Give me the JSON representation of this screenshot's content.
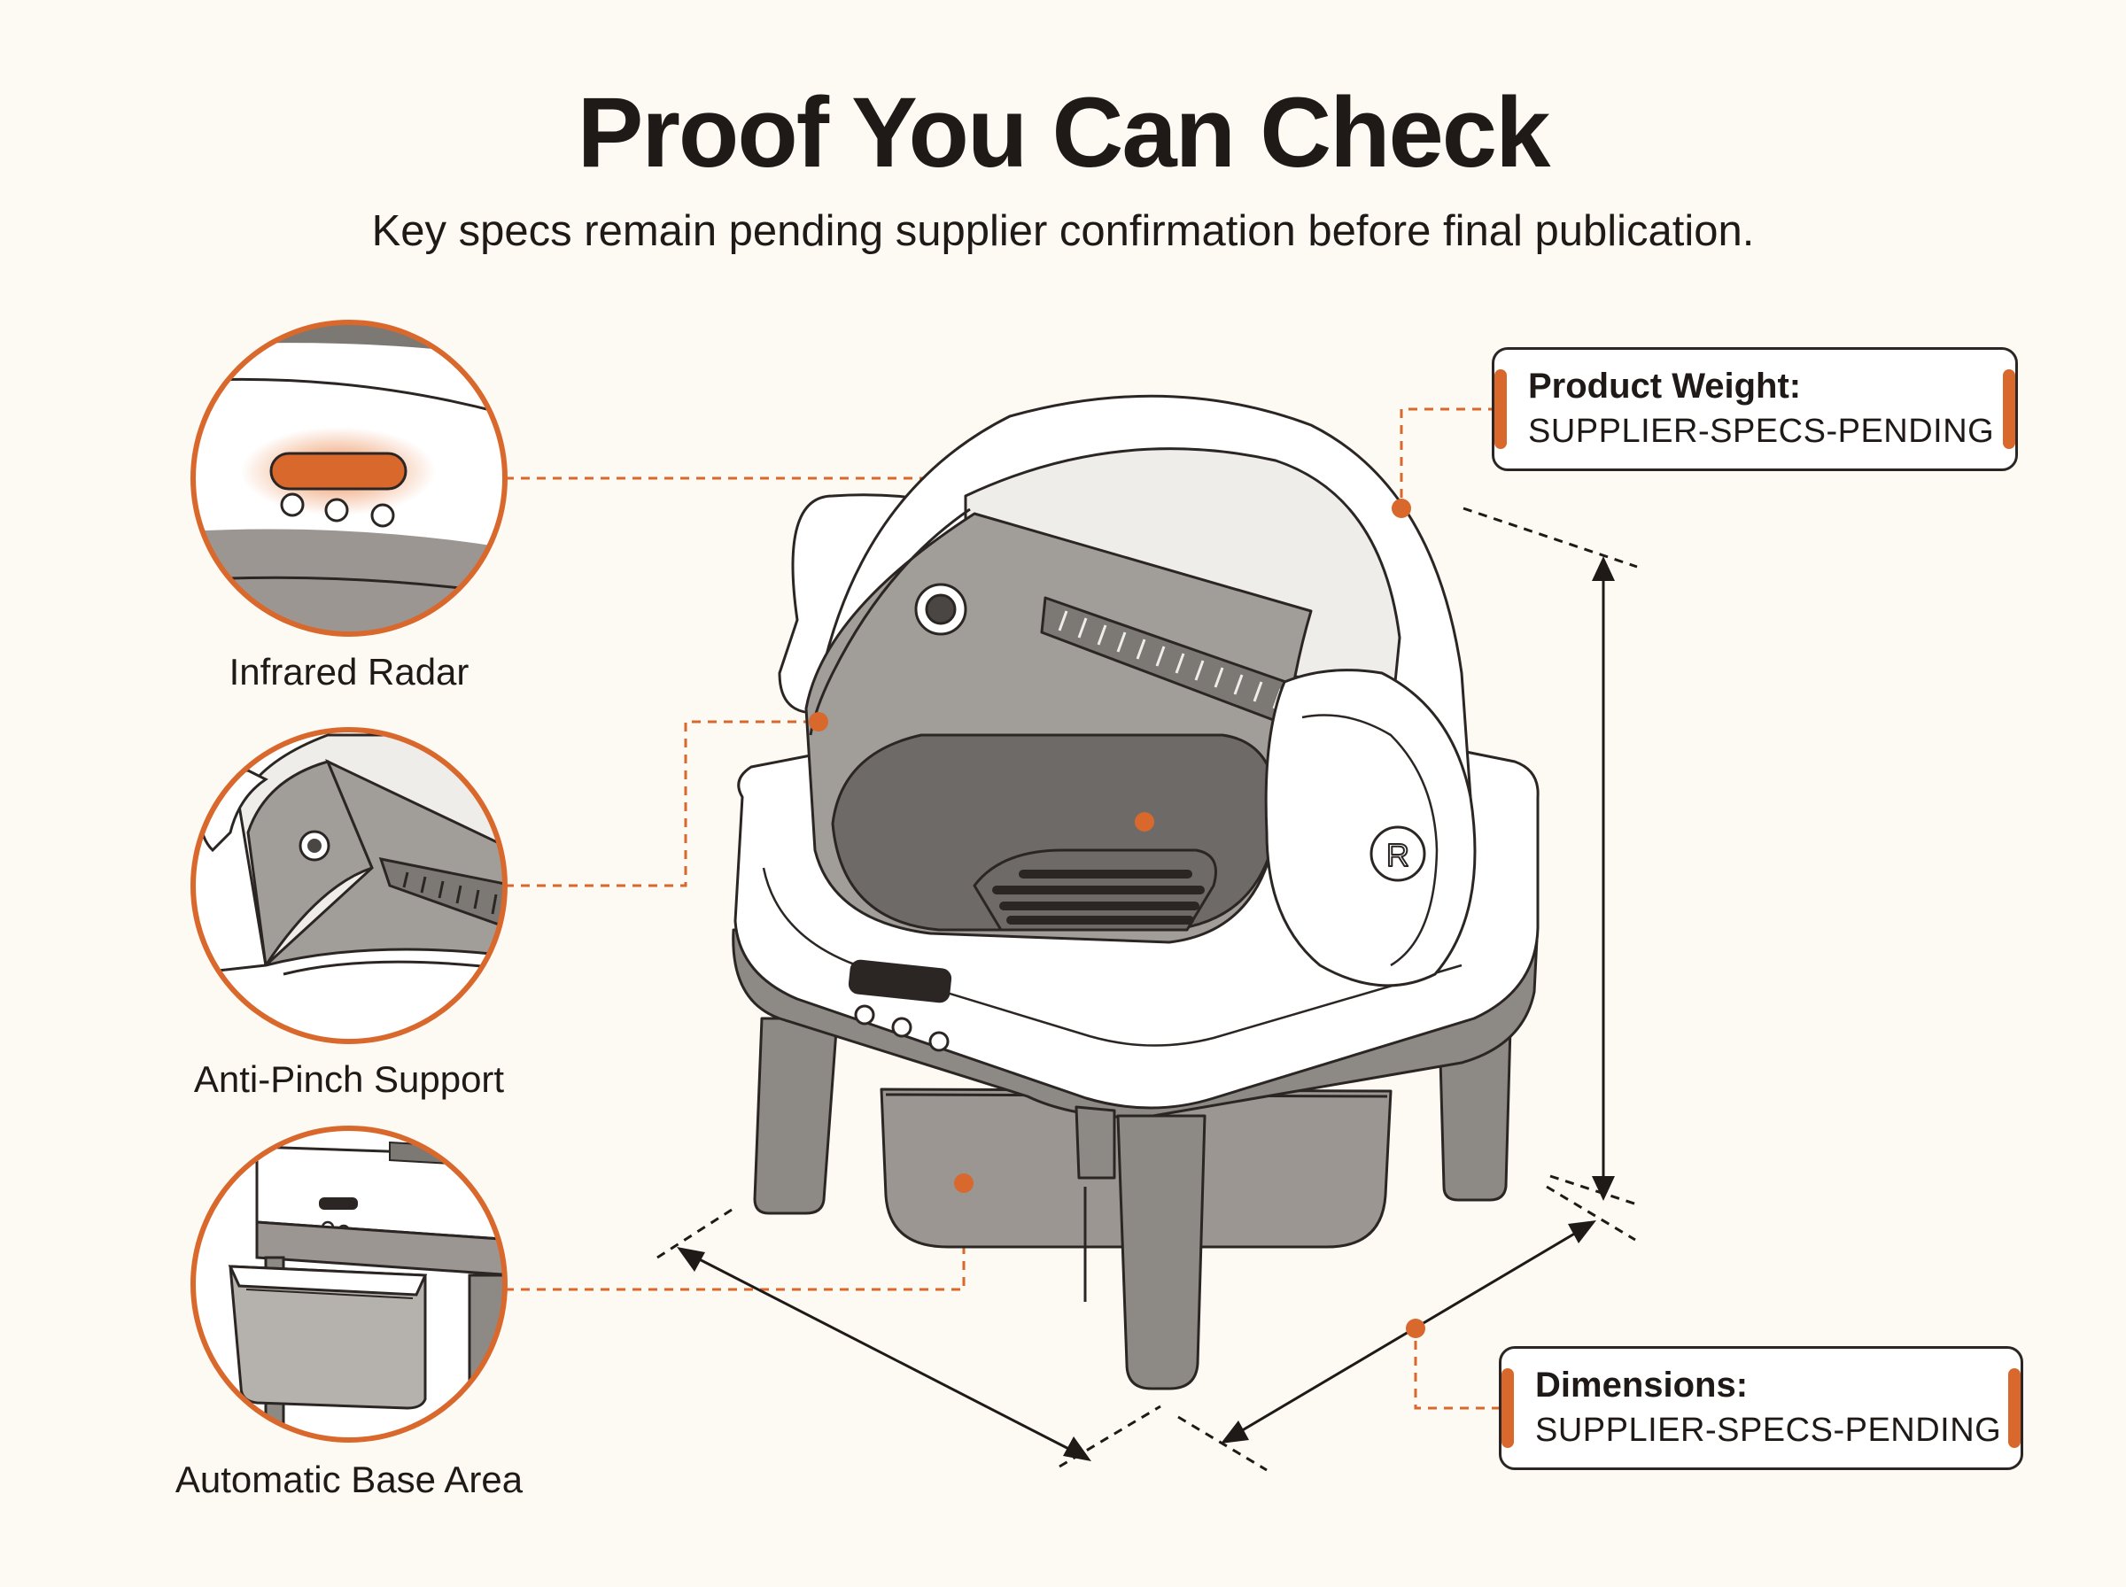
{
  "header": {
    "title": "Proof You Can Check",
    "subtitle": "Key specs remain pending supplier confirmation before final publication."
  },
  "features": [
    {
      "label": "Infrared Radar"
    },
    {
      "label": "Anti-Pinch Support"
    },
    {
      "label": "Automatic Base Area"
    }
  ],
  "specs": {
    "weight": {
      "label": "Product Weight:",
      "value": "SUPPLIER-SPECS-PENDING"
    },
    "dimensions": {
      "label": "Dimensions:",
      "value": "SUPPLIER-SPECS-PENDING"
    }
  },
  "device": {
    "emblem_text": "R"
  },
  "colors": {
    "accent": "#d9682c",
    "ink": "#1f1a17",
    "background": "#fdf9f3",
    "shell": "#ffffff",
    "interior_gray": "#a19d99"
  }
}
